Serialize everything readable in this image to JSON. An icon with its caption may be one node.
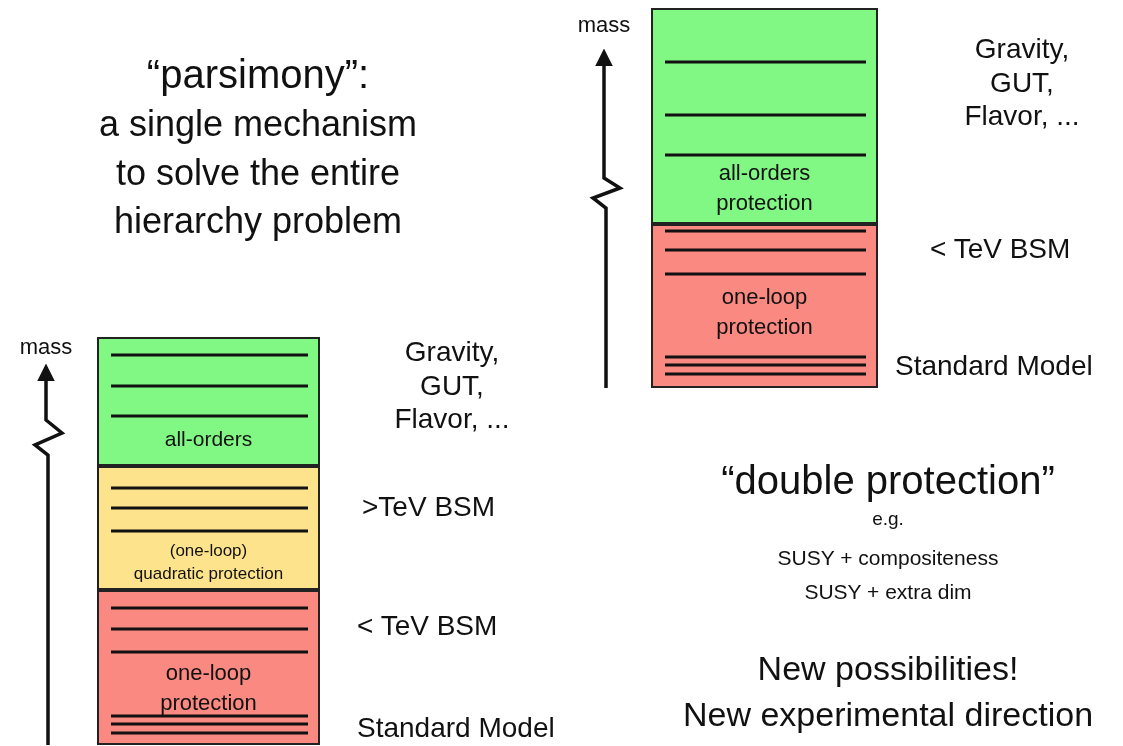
{
  "diagram": {
    "nodes": [
      {
        "text": [
          "all-orders protection"
        ],
        "beside": [
          "Gravity, GUT, Flavor, ..."
        ]
      },
      {
        "text": [
          "one-loop protection"
        ],
        "beside": [
          "< TeV BSM",
          "Standard Model"
        ]
      },
      {
        "text": [
          "all-orders"
        ],
        "beside": [
          "Gravity, GUT, Flavor, ..."
        ]
      },
      {
        "text": [
          "(one-loop) quadratic protection"
        ],
        "beside": [
          ">TeV BSM"
        ]
      },
      {
        "text": [
          "one-loop protection"
        ],
        "beside": [
          "< TeV BSM",
          "Standard Model"
        ]
      }
    ],
    "labels": [
      "mass",
      "“parsimony”:",
      "a single mechanism to solve the entire hierarchy problem",
      "mass",
      "“double protection”",
      "e.g.",
      "SUSY + compositeness",
      "SUSY + extra dim",
      "New possibilities!",
      "New experimental direction"
    ]
  }
}
